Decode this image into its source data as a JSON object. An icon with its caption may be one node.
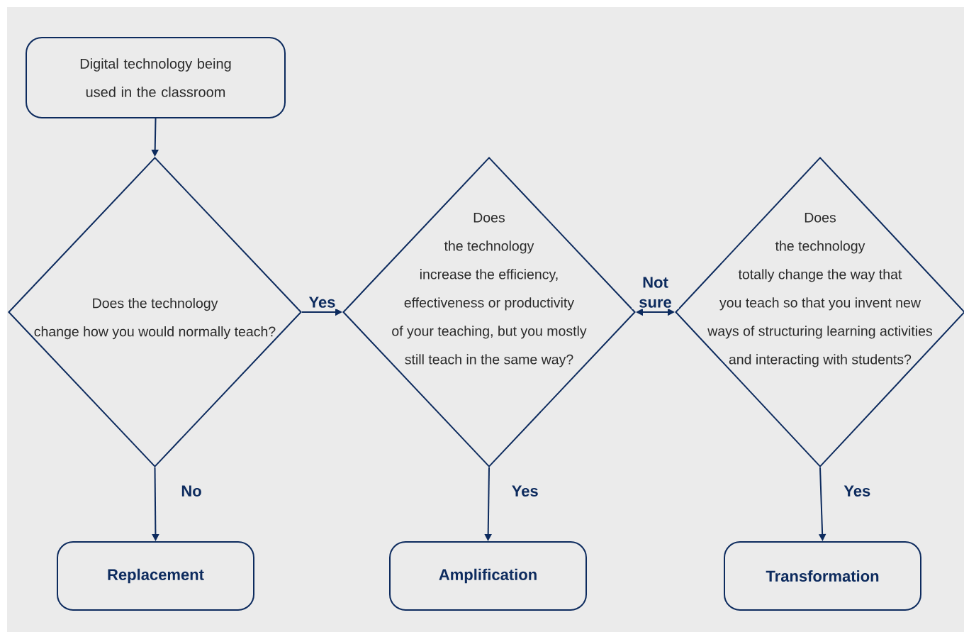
{
  "diagram": {
    "nodes": [
      {
        "text": [
          "Digital technology being used in the classroom"
        ]
      },
      {
        "text": [
          "Does the technology change how you would normally teach?"
        ]
      },
      {
        "text": [
          "Does the technology increase the efficiency, effectiveness or productivity of your teaching, but you mostly still teach in the same way?"
        ]
      },
      {
        "text": [
          "Does the technology totally change the way that you teach so that you invent new ways of structuring learning activities and interacting with students?"
        ]
      },
      {
        "text": [
          "Replacement"
        ]
      },
      {
        "text": [
          "Amplification"
        ]
      },
      {
        "text": [
          "Transformation"
        ]
      }
    ],
    "edges": [
      {
        "from": 0,
        "to": 1,
        "arrow": "to"
      },
      {
        "from": 1,
        "to": 2,
        "arrow": "to",
        "label": "Yes"
      },
      {
        "from": 2,
        "to": 3,
        "arrow": "both",
        "label": "Not sure"
      },
      {
        "from": 1,
        "to": 4,
        "arrow": "to",
        "label": "No"
      },
      {
        "from": 2,
        "to": 5,
        "arrow": "to",
        "label": "Yes"
      },
      {
        "from": 3,
        "to": 6,
        "arrow": "to",
        "label": "Yes"
      }
    ]
  }
}
